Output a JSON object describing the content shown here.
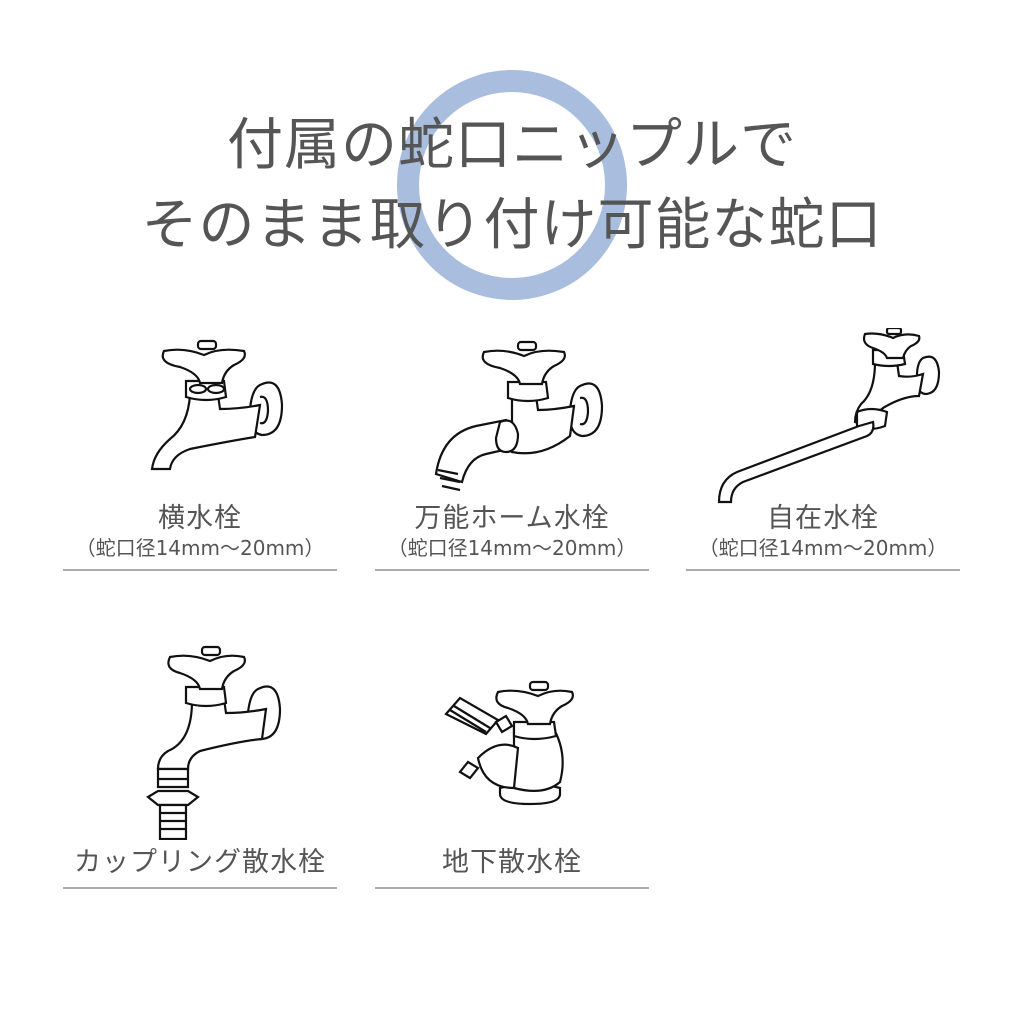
{
  "headline": {
    "line1": "付属の蛇口ニップルで",
    "line2": "そのまま取り付け可能な蛇口",
    "accent_ring_color": "#a9bddf",
    "text_color": "#555555"
  },
  "faucets": [
    {
      "name": "横水栓",
      "size": "（蛇口径14mm～20mm）",
      "icon": "wall-faucet-icon"
    },
    {
      "name": "万能ホーム水栓",
      "size": "（蛇口径14mm～20mm）",
      "icon": "universal-faucet-icon"
    },
    {
      "name": "自在水栓",
      "size": "（蛇口径14mm～20mm）",
      "icon": "swivel-faucet-icon"
    },
    {
      "name": "カップリング散水栓",
      "icon": "coupling-faucet-icon"
    },
    {
      "name": "地下散水栓",
      "icon": "underground-faucet-icon"
    }
  ],
  "divider_color": "#aaaaaa"
}
